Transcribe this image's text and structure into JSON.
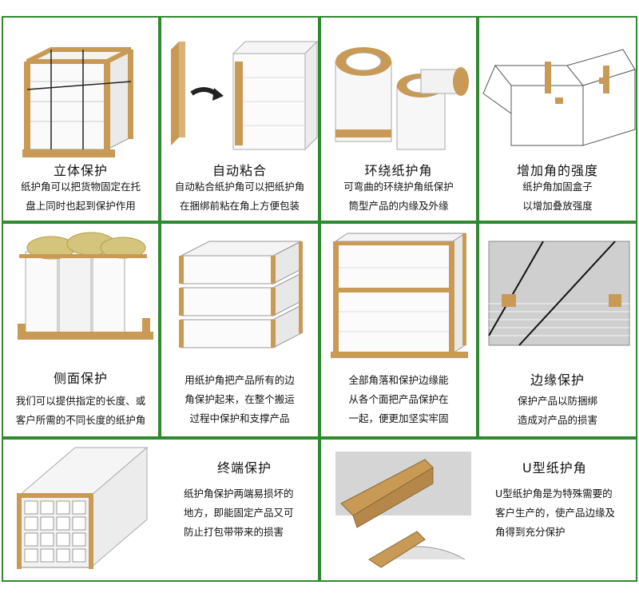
{
  "border_color": "#2f8a2f",
  "kraft_color": "#c99a55",
  "cards": [
    {
      "title": "立体保护",
      "icon": "pallet-cube-edge-protector-icon",
      "desc": [
        "纸护角可以把货物固定在托",
        "盘上同时也起到保护作用"
      ]
    },
    {
      "title": "自动粘合",
      "icon": "adhesive-corner-guard-icon",
      "desc": [
        "自动粘合纸护角可以把纸护角",
        "在捆绑前粘在角上方便包装"
      ]
    },
    {
      "title": "环绕纸护角",
      "icon": "paper-roll-wrap-icon",
      "desc": [
        "可弯曲的环绕护角纸保护",
        "筒型产品的内缘及外缘"
      ]
    },
    {
      "title": "增加角的强度",
      "icon": "open-carton-corner-icon",
      "desc": [
        "纸护角加固盒子",
        "以增加叠放强度"
      ]
    },
    {
      "title": "侧面保护",
      "icon": "roll-pallet-side-icon",
      "desc": [
        "我们可以提供指定的长度、或",
        "客户所需的不同长度的纸护角"
      ]
    },
    {
      "title": "",
      "icon": "stacked-bundles-icon",
      "desc": [
        "用纸护角把产品所有的边",
        "角保护起来，在整个搬运",
        "过程中保护和支撑产品"
      ]
    },
    {
      "title": "",
      "icon": "full-pallet-frame-icon",
      "desc": [
        "全部角落和保护边缘能",
        "从各个面把产品保护在",
        "一起，便更加坚实牢固"
      ]
    },
    {
      "title": "边缘保护",
      "icon": "sheet-stack-edge-icon",
      "desc": [
        "保护产品以防捆绑",
        "造成对产品的损害"
      ]
    }
  ],
  "wide_cards": [
    {
      "title": "终端保护",
      "icon": "tube-bundle-end-icon",
      "desc": [
        "纸护角保护两端易损坏的",
        "地方，即能固定产品又可",
        "防止打包带带来的损害"
      ]
    },
    {
      "title": "U型纸护角",
      "icon": "u-channel-protector-icon",
      "desc": [
        "U型纸护角是为特殊需要的",
        "客户生产的，使产品边缘及",
        "角得到充分保护"
      ]
    }
  ]
}
